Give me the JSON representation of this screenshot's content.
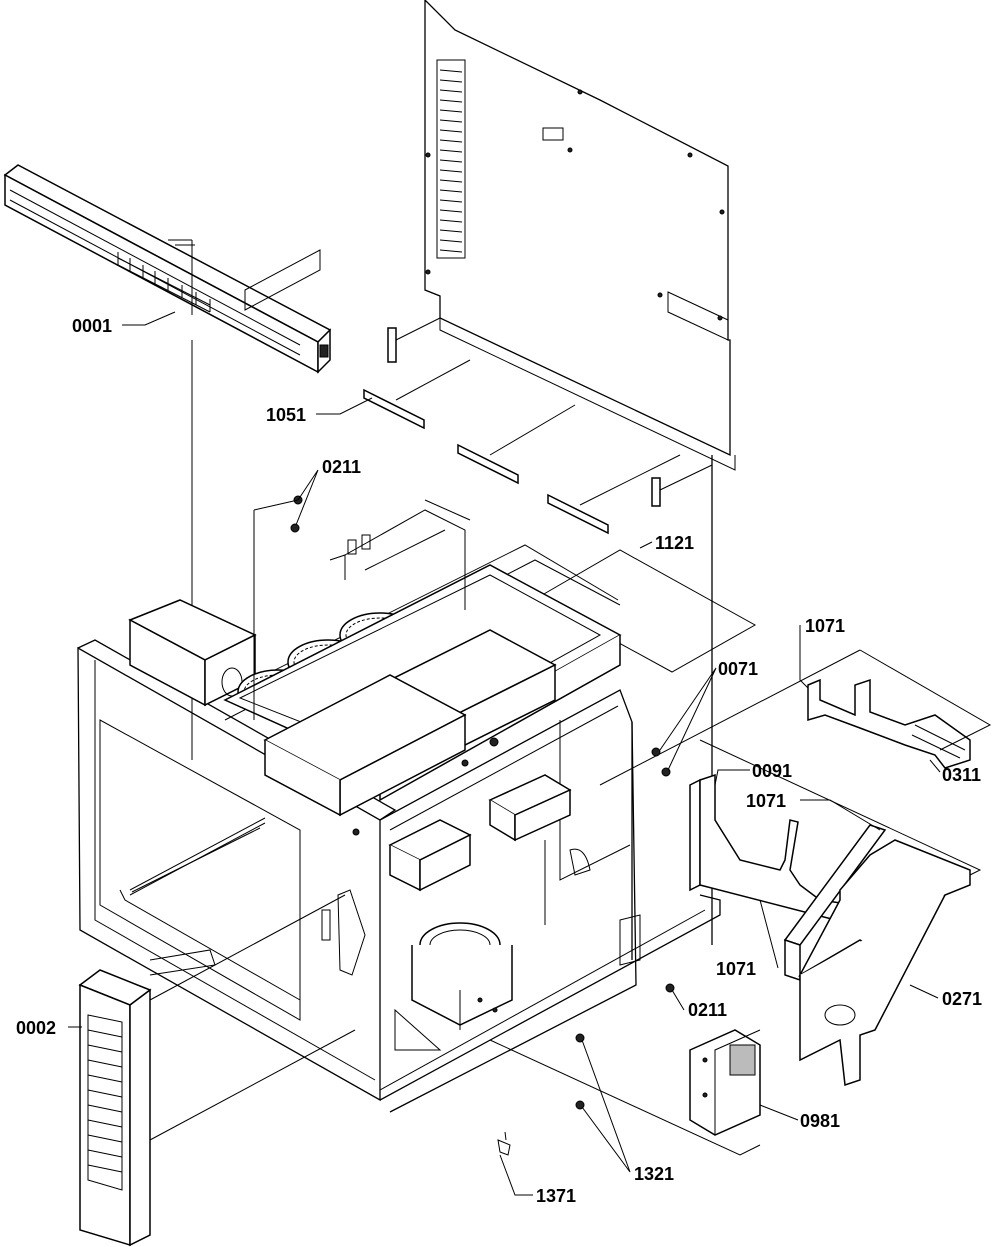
{
  "callouts": [
    {
      "id": "0001",
      "text": "0001"
    },
    {
      "id": "1051",
      "text": "1051"
    },
    {
      "id": "0211a",
      "text": "0211"
    },
    {
      "id": "1121",
      "text": "1121"
    },
    {
      "id": "1071a",
      "text": "1071"
    },
    {
      "id": "0071",
      "text": "0071"
    },
    {
      "id": "0091",
      "text": "0091"
    },
    {
      "id": "0311",
      "text": "0311"
    },
    {
      "id": "1071b",
      "text": "1071"
    },
    {
      "id": "1071c",
      "text": "1071"
    },
    {
      "id": "0211b",
      "text": "0211"
    },
    {
      "id": "0271",
      "text": "0271"
    },
    {
      "id": "0002",
      "text": "0002"
    },
    {
      "id": "0981",
      "text": "0981"
    },
    {
      "id": "1321",
      "text": "1321"
    },
    {
      "id": "1371",
      "text": "1371"
    }
  ]
}
